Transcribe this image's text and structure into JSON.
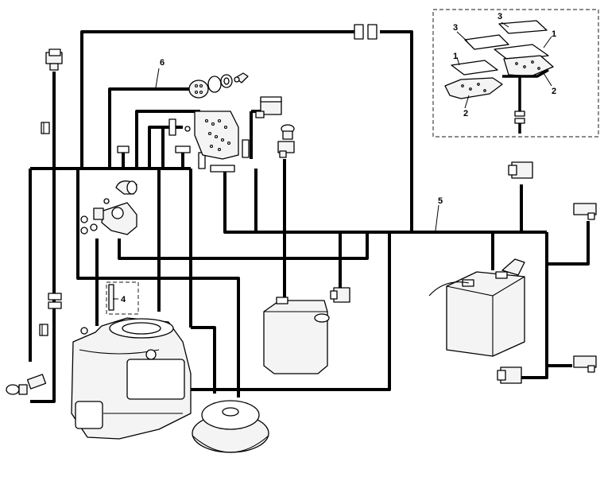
{
  "callouts": {
    "c1a": "1",
    "c1b": "1",
    "c2a": "2",
    "c2b": "2",
    "c3a": "3",
    "c3b": "3",
    "c4": "4",
    "c5": "5",
    "c6": "6"
  }
}
